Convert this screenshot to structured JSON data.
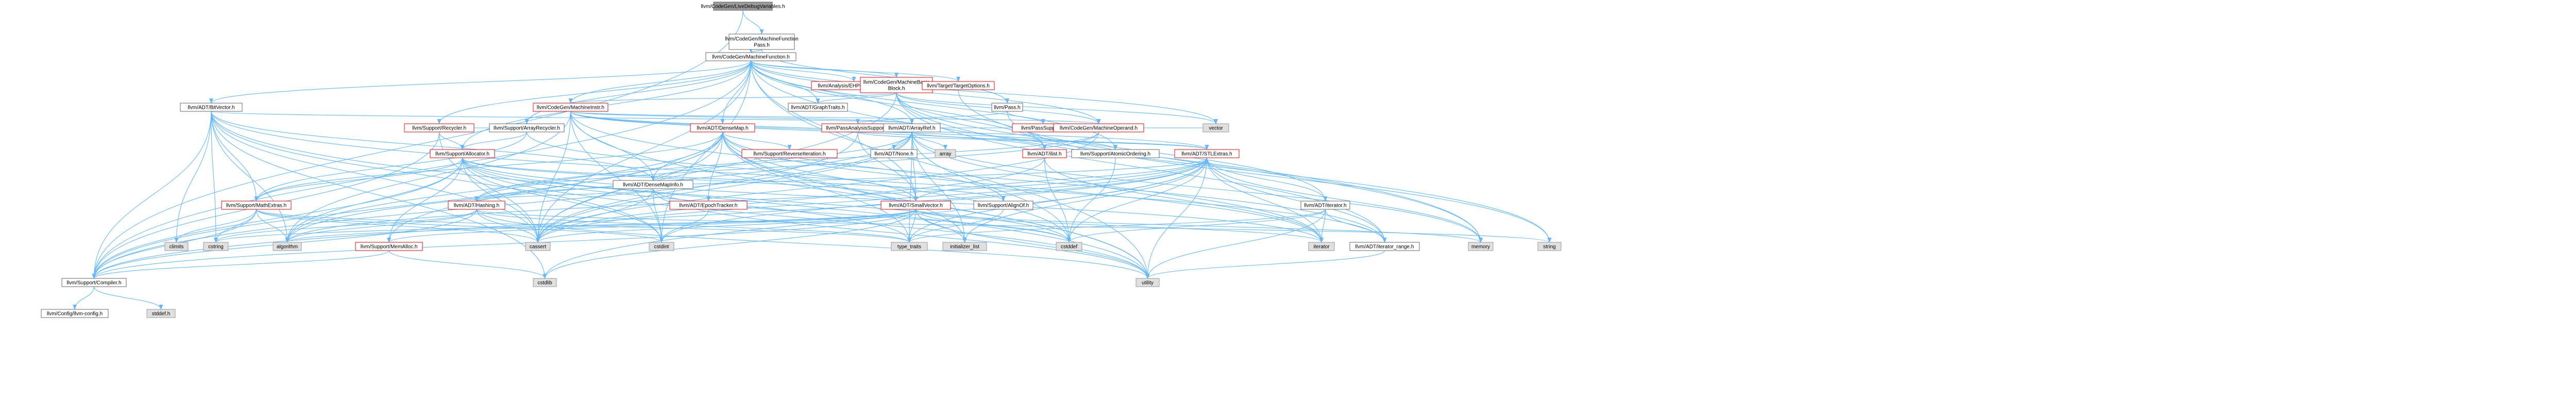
{
  "colors": {
    "edge": "#63b8ff",
    "root_fill": "#999999",
    "node_border": "#666666",
    "red_border": "#ff0000",
    "system_fill": "#e0e0e0"
  },
  "nodes": {
    "root": "llvm/CodeGen/LiveDebugVariables.h",
    "mfpass": [
      "llvm/CodeGen/MachineFunction",
      "Pass.h"
    ],
    "mf": "llvm/CodeGen/MachineFunction.h",
    "ehpers": "llvm/Analysis/EHPersonalities.h",
    "mbb": [
      "llvm/CodeGen/MachineBasic",
      "Block.h"
    ],
    "targetopts": "llvm/Target/TargetOptions.h",
    "pass": "llvm/Pass.h",
    "bitvector": "llvm/ADT/BitVector.h",
    "machineinstr": "llvm/CodeGen/MachineInstr.h",
    "graphtraits": "llvm/ADT/GraphTraits.h",
    "passanalysissupport": "llvm/PassAnalysisSupport.h",
    "passsupport": "llvm/PassSupport.h",
    "recycler": "llvm/Support/Recycler.h",
    "arrayrecycler": "llvm/Support/ArrayRecycler.h",
    "densemap": "llvm/ADT/DenseMap.h",
    "arrayref": "llvm/ADT/ArrayRef.h",
    "mop": "llvm/CodeGen/MachineOperand.h",
    "allocator": "llvm/Support/Allocator.h",
    "reverseiteration": "llvm/Support/ReverseIteration.h",
    "none": "llvm/ADT/None.h",
    "array": "array",
    "ilist": "llvm/ADT/ilist.h",
    "atomicordering": "llvm/Support/AtomicOrdering.h",
    "stlextras": "llvm/ADT/STLExtras.h",
    "vector": "vector",
    "densemapinfo": "llvm/ADT/DenseMapInfo.h",
    "epochtracker": "llvm/ADT/EpochTracker.h",
    "hashing": "llvm/ADT/Hashing.h",
    "smallvector": "llvm/ADT/SmallVector.h",
    "alignof": "llvm/Support/AlignOf.h",
    "adtiterator": "llvm/ADT/iterator.h",
    "mathextras": "llvm/Support/MathExtras.h",
    "memalloc": "llvm/Support/MemAlloc.h",
    "climits": "climits",
    "cstring": "cstring",
    "algorithm": "algorithm",
    "cassert": "cassert",
    "cstdint": "cstdint",
    "typetraits": "type_traits",
    "initlist": "initializer_list",
    "cstddef": "cstddef",
    "iterator": "iterator",
    "iterrange": "llvm/ADT/iterator_range.h",
    "memory": "memory",
    "string": "string",
    "utility": "utility",
    "cstdlib": "cstdlib",
    "compiler": "llvm/Support/Compiler.h",
    "llvmconfig": "llvm/Config/llvm-config.h",
    "stddef": "stddef.h"
  }
}
